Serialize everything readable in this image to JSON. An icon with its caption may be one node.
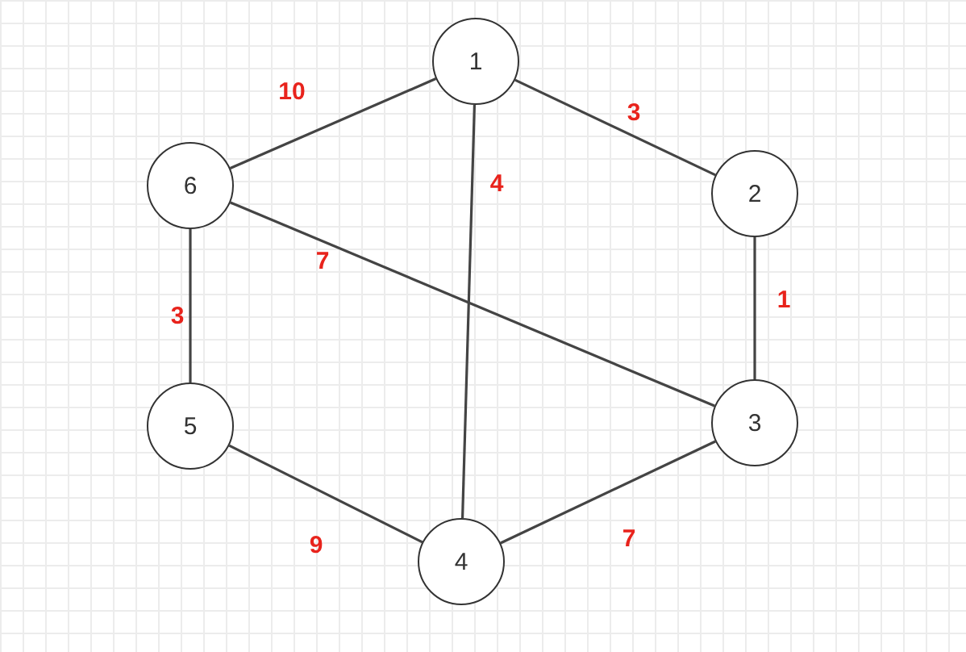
{
  "diagram": {
    "nodes": [
      {
        "text": [
          "1"
        ]
      },
      {
        "text": [
          "2"
        ]
      },
      {
        "text": [
          "3"
        ]
      },
      {
        "text": [
          "4"
        ]
      },
      {
        "text": [
          "5"
        ]
      },
      {
        "text": [
          "6"
        ]
      }
    ],
    "edges": [
      {
        "from": 0,
        "to": 5,
        "arrow": "none",
        "label": "10"
      },
      {
        "from": 0,
        "to": 1,
        "arrow": "none",
        "label": "3"
      },
      {
        "from": 0,
        "to": 3,
        "arrow": "none",
        "label": "4"
      },
      {
        "from": 1,
        "to": 2,
        "arrow": "none",
        "label": "1"
      },
      {
        "from": 5,
        "to": 2,
        "arrow": "none",
        "label": "7"
      },
      {
        "from": 5,
        "to": 4,
        "arrow": "none",
        "label": "3"
      },
      {
        "from": 4,
        "to": 3,
        "arrow": "none",
        "label": "9"
      },
      {
        "from": 2,
        "to": 3,
        "arrow": "none",
        "label": "7"
      }
    ]
  }
}
